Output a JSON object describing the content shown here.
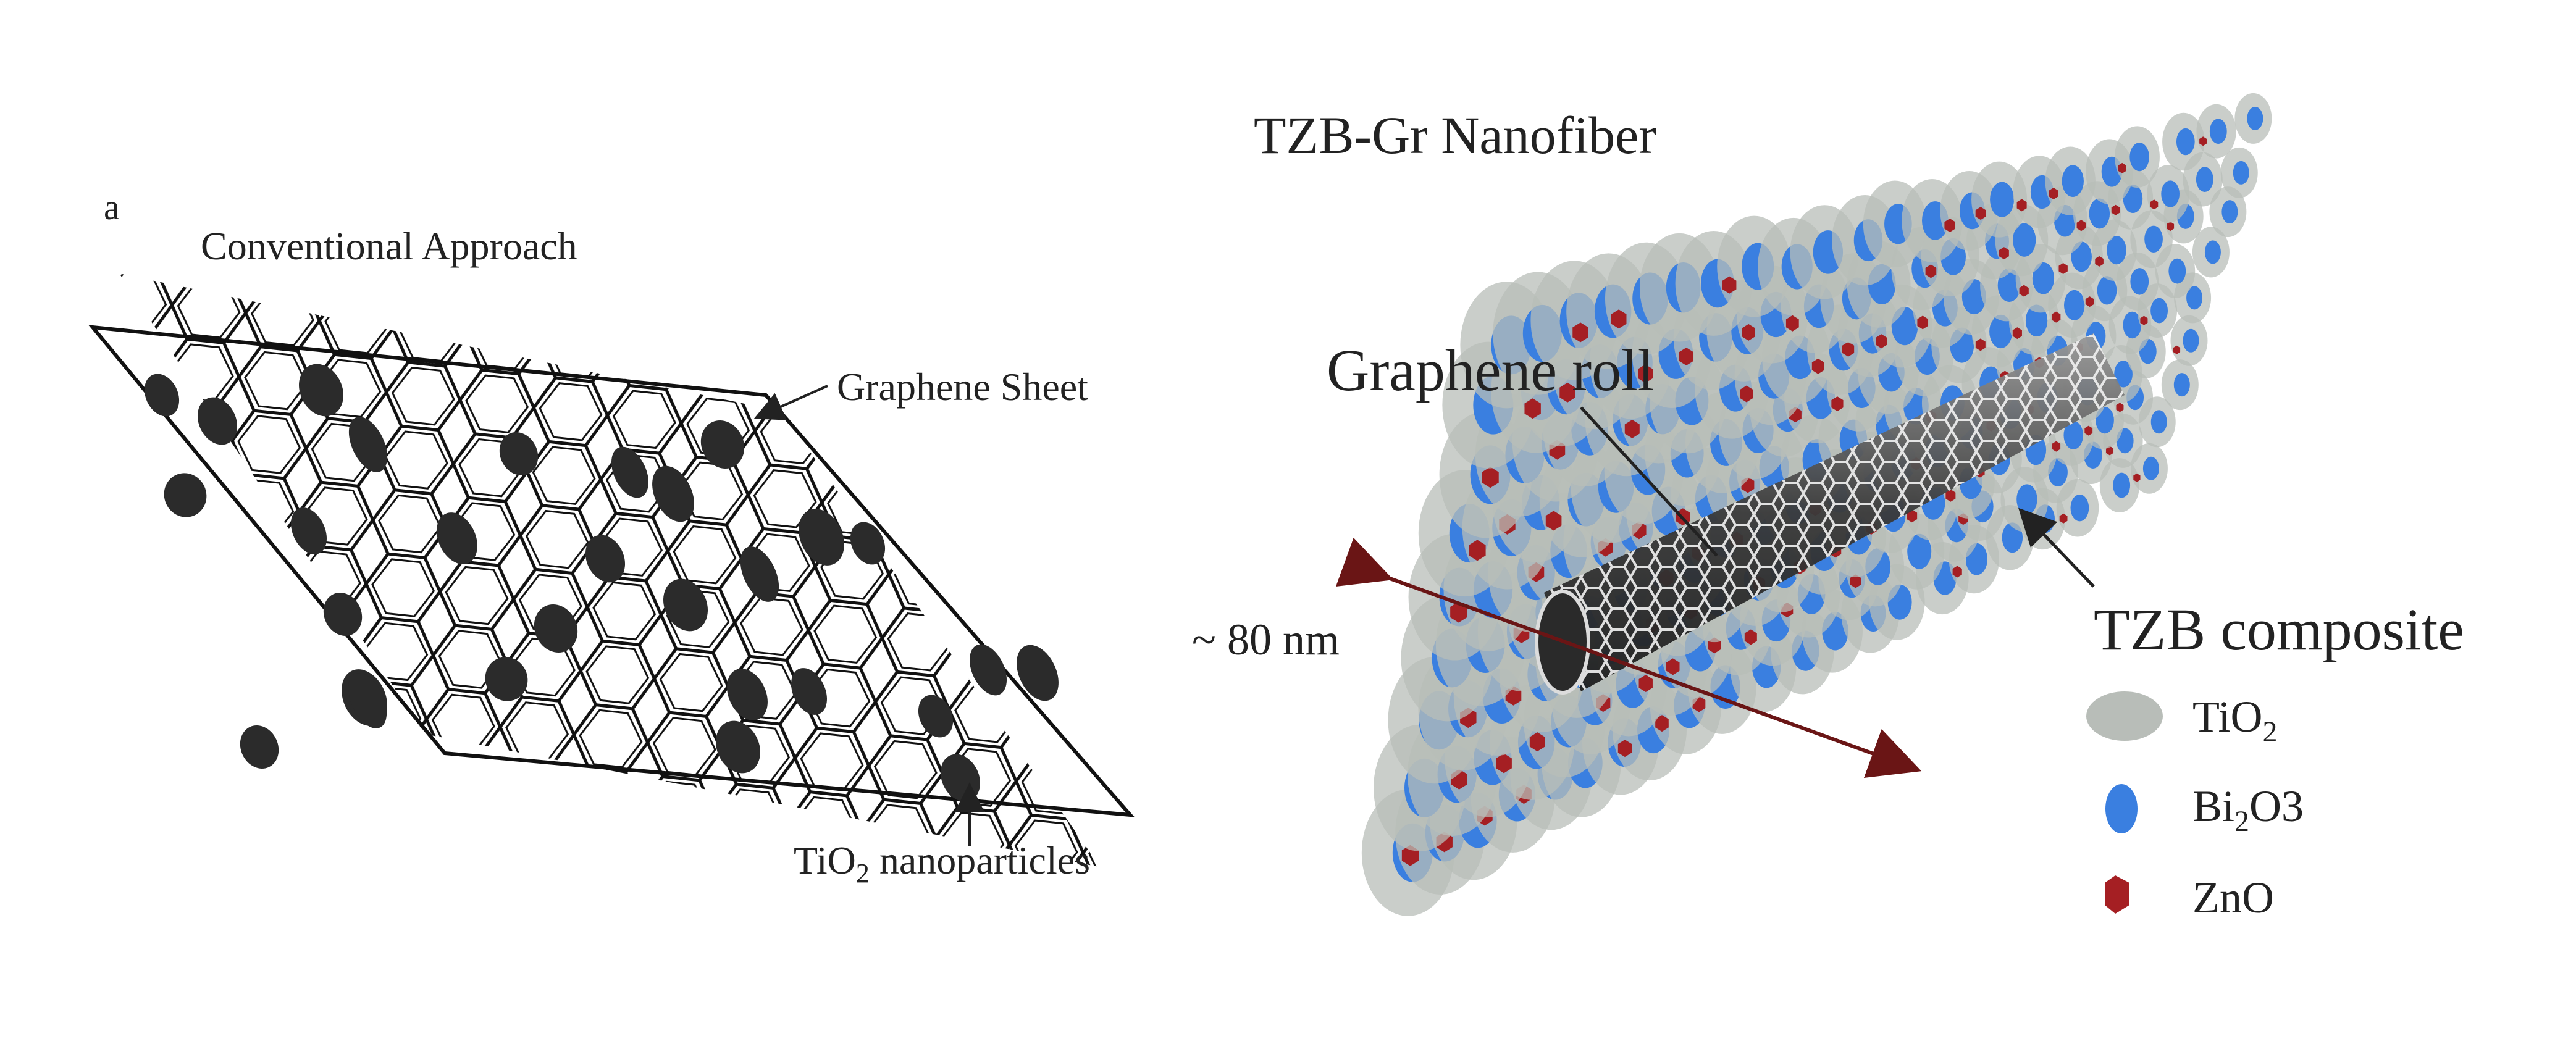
{
  "panel_label": "a",
  "left": {
    "title": "Conventional Approach",
    "graphene_label": "Graphene Sheet",
    "particle_label_prefix": "TiO",
    "particle_label_sub": "2",
    "particle_label_suffix": " nanoparticles"
  },
  "right": {
    "title": "TZB-Gr Nanofiber",
    "roll_label": "Graphene roll",
    "diameter_label": "~ 80 nm",
    "composite_label": "TZB composite",
    "legend": [
      {
        "key": "tio2",
        "base": "Ti",
        "sub": "O",
        "tail": "2",
        "color": "#b8bdb8"
      },
      {
        "key": "bi2o3",
        "base": "Bi",
        "sub": "2",
        "tail": "O3",
        "color": "#3a7fe0"
      },
      {
        "key": "zno",
        "base": "ZnO",
        "sub": "",
        "tail": "",
        "color": "#a51f23"
      }
    ]
  }
}
